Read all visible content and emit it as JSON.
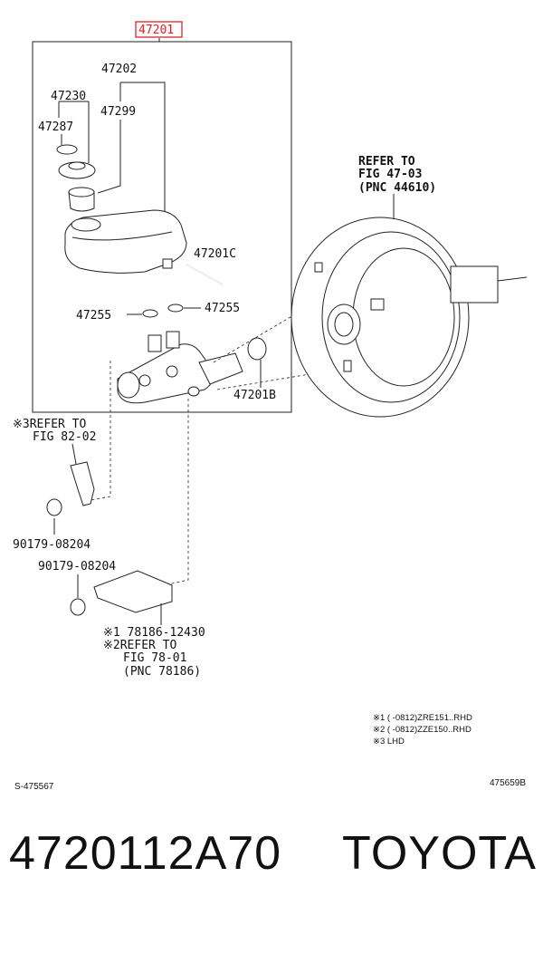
{
  "diagram": {
    "assembly_label": "47201",
    "accent_color": "#d62828",
    "labels": {
      "p47202": "47202",
      "p47230": "47230",
      "p47299": "47299",
      "p47287": "47287",
      "p47201c": "47201C",
      "p47255_left": "47255",
      "p47255_right": "47255",
      "p47201b": "47201B",
      "p90179_a": "90179-08204",
      "p90179_b": "90179-08204"
    },
    "refer_booster": [
      "REFER TO",
      "FIG 47-03",
      "(PNC 44610)"
    ],
    "refer_82": [
      "※3REFER TO",
      "FIG 82-02"
    ],
    "refer_78": [
      "※1 78186-12430",
      "※2REFER TO",
      "FIG 78-01",
      "(PNC 78186)"
    ],
    "notes": [
      "※1 (      -0812)ZRE151..RHD",
      "※2 (      -0812)ZZE150..RHD",
      "※3 LHD"
    ],
    "code_left": "S-475567",
    "code_right": "475659B"
  },
  "caption": {
    "part_number": "4720112A70",
    "brand": "TOYOTA"
  }
}
